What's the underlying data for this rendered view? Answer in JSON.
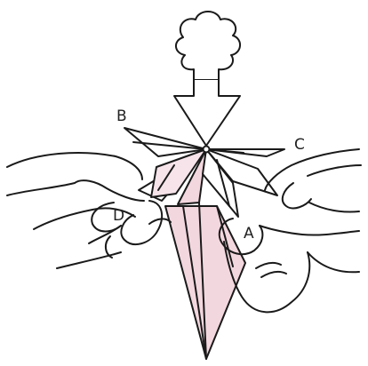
{
  "labels": {
    "a": "A",
    "b": "B",
    "c": "C",
    "d": "D"
  },
  "colors": {
    "line": "#1a1a1a",
    "paper_fill": "#f3d7df",
    "background": "#ffffff"
  },
  "icons": [
    "tree-icon",
    "down-arrow-icon",
    "left-hand-icon",
    "right-hand-icon",
    "origami-model-icon"
  ]
}
